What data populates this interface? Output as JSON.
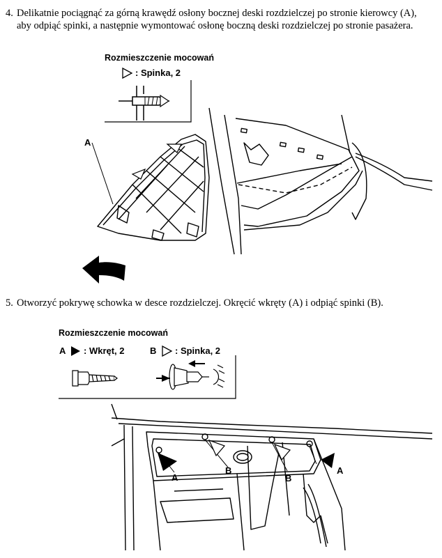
{
  "step4": {
    "number": "4.",
    "line1": "Delikatnie pociągnąć za górną krawędź osłony bocznej deski rozdzielczej po stronie kierowcy (A),",
    "line2": "aby odpiąć spinki, a następnie wymontować osłonę boczną deski rozdzielczej po stronie pasażera.",
    "legend_title": "Rozmieszczenie mocowań",
    "legend_item": ": Spinka, 2",
    "callout_a": "A"
  },
  "step5": {
    "number": "5.",
    "text": "Otworzyć pokrywę schowka w desce rozdzielczej. Okręcić wkręty (A) i odpiąć spinki (B).",
    "legend_title": "Rozmieszczenie mocowań",
    "legend_a_letter": "A",
    "legend_a_text": ": Wkręt, 2",
    "legend_b_letter": "B",
    "legend_b_text": ": Spinka, 2",
    "callouts": {
      "a_left": "A",
      "b_left": "B",
      "b_right": "B",
      "a_right": "A"
    }
  },
  "colors": {
    "ink": "#000000",
    "paper": "#ffffff"
  }
}
